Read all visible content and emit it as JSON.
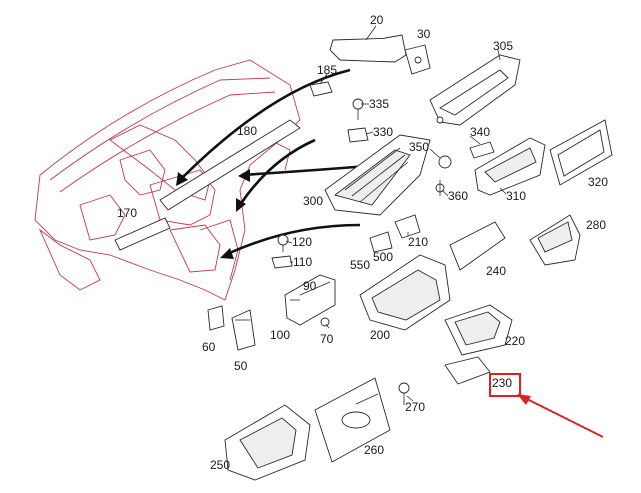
{
  "diagram": {
    "labels": [
      {
        "id": "20",
        "text": "20"
      },
      {
        "id": "30",
        "text": "30"
      },
      {
        "id": "305",
        "text": "305"
      },
      {
        "id": "185",
        "text": "185"
      },
      {
        "id": "335",
        "text": "335"
      },
      {
        "id": "180",
        "text": "180"
      },
      {
        "id": "330",
        "text": "330"
      },
      {
        "id": "340",
        "text": "340"
      },
      {
        "id": "350",
        "text": "350"
      },
      {
        "id": "320",
        "text": "320"
      },
      {
        "id": "300",
        "text": "300"
      },
      {
        "id": "360",
        "text": "360"
      },
      {
        "id": "310",
        "text": "310"
      },
      {
        "id": "170",
        "text": "170"
      },
      {
        "id": "280",
        "text": "280"
      },
      {
        "id": "120",
        "text": "120"
      },
      {
        "id": "210",
        "text": "210"
      },
      {
        "id": "110",
        "text": "110"
      },
      {
        "id": "550",
        "text": "550"
      },
      {
        "id": "500",
        "text": "500"
      },
      {
        "id": "240",
        "text": "240"
      },
      {
        "id": "90",
        "text": "90"
      },
      {
        "id": "100",
        "text": "100"
      },
      {
        "id": "70",
        "text": "70"
      },
      {
        "id": "200",
        "text": "200"
      },
      {
        "id": "60",
        "text": "60"
      },
      {
        "id": "220",
        "text": "220"
      },
      {
        "id": "50",
        "text": "50"
      },
      {
        "id": "230",
        "text": "230"
      },
      {
        "id": "270",
        "text": "270"
      },
      {
        "id": "250",
        "text": "250"
      },
      {
        "id": "260",
        "text": "260"
      }
    ],
    "highlight": {
      "label_id": "230",
      "color": "#e02020"
    }
  }
}
